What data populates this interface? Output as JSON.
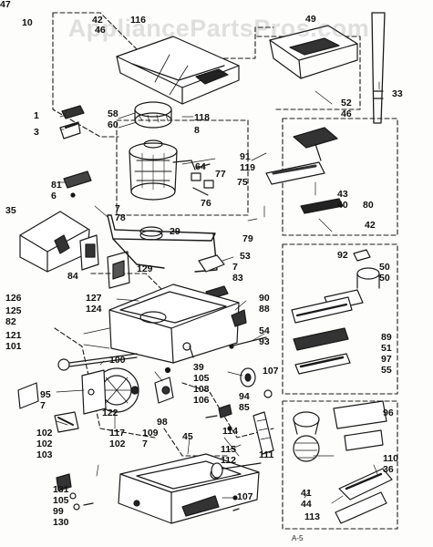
{
  "watermark": "AppliancePartsPros.com",
  "footer_code": "A-5",
  "diagram": {
    "callouts": [
      "10",
      "42",
      "46",
      "116",
      "49",
      "1",
      "3",
      "58",
      "60",
      "118",
      "8",
      "33",
      "52",
      "46",
      "91",
      "119",
      "64",
      "77",
      "76",
      "75",
      "81",
      "6",
      "7",
      "78",
      "29",
      "79",
      "80",
      "43",
      "40",
      "42",
      "35",
      "92",
      "50",
      "50",
      "53",
      "7",
      "83",
      "84",
      "129",
      "126",
      "127",
      "124",
      "125",
      "82",
      "90",
      "88",
      "89",
      "51",
      "54",
      "93",
      "121",
      "101",
      "100",
      "97",
      "55",
      "39",
      "105",
      "108",
      "106",
      "107",
      "94",
      "85",
      "95",
      "7",
      "122",
      "98",
      "96",
      "45",
      "114",
      "102",
      "102",
      "103",
      "117",
      "102",
      "109",
      "7",
      "111",
      "115",
      "112",
      "110",
      "36",
      "41",
      "44",
      "131",
      "105",
      "99",
      "130",
      "107",
      "113",
      "47"
    ]
  }
}
